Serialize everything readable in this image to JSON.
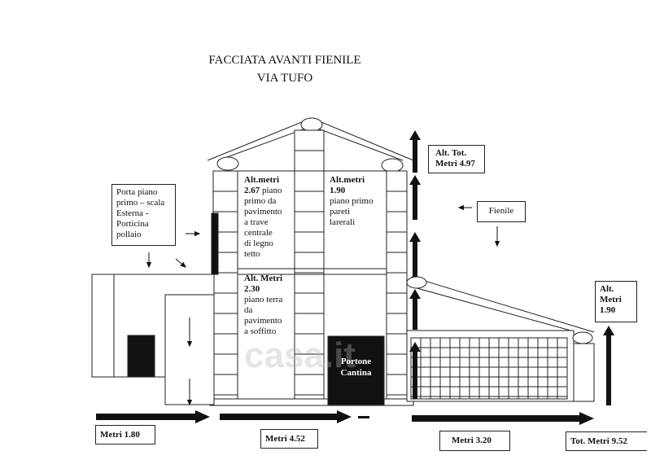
{
  "title": {
    "line1": "FACCIATA AVANTI FIENILE",
    "line2": "VIA TUFO"
  },
  "notes": {
    "porta": [
      "Porta piano",
      "primo – scala",
      "Esterna -",
      "Porticina",
      "pollaio"
    ],
    "first_floor_center": {
      "bold": [
        "Alt.metri",
        "2.67"
      ],
      "lines": [
        "piano",
        "primo da",
        "pavimento",
        "a trave",
        "centrale",
        "di legno",
        "tetto"
      ]
    },
    "first_floor_side": {
      "bold": [
        "Alt.metri",
        "1.90"
      ],
      "lines": [
        "piano primo",
        "pareti",
        "larerali"
      ]
    },
    "ground_floor": {
      "bold": [
        "Alt. Metri",
        "2.30"
      ],
      "lines": [
        "piano terra",
        "da",
        "pavimento",
        "a soffitto"
      ]
    },
    "alt_tot": [
      "Alt. Tot.",
      "Metri 4.97"
    ],
    "fienile": "Fienile",
    "alt_shed": [
      "Alt.",
      "Metri",
      "1.90"
    ],
    "portone": [
      "Portone",
      "Cantina"
    ]
  },
  "dimensions": {
    "d1": "Metri 1.80",
    "d2": "Metri 4.52",
    "d3": "Metri 3.20",
    "total": "Tot. Metri 9.52"
  },
  "watermark": "casa.it"
}
